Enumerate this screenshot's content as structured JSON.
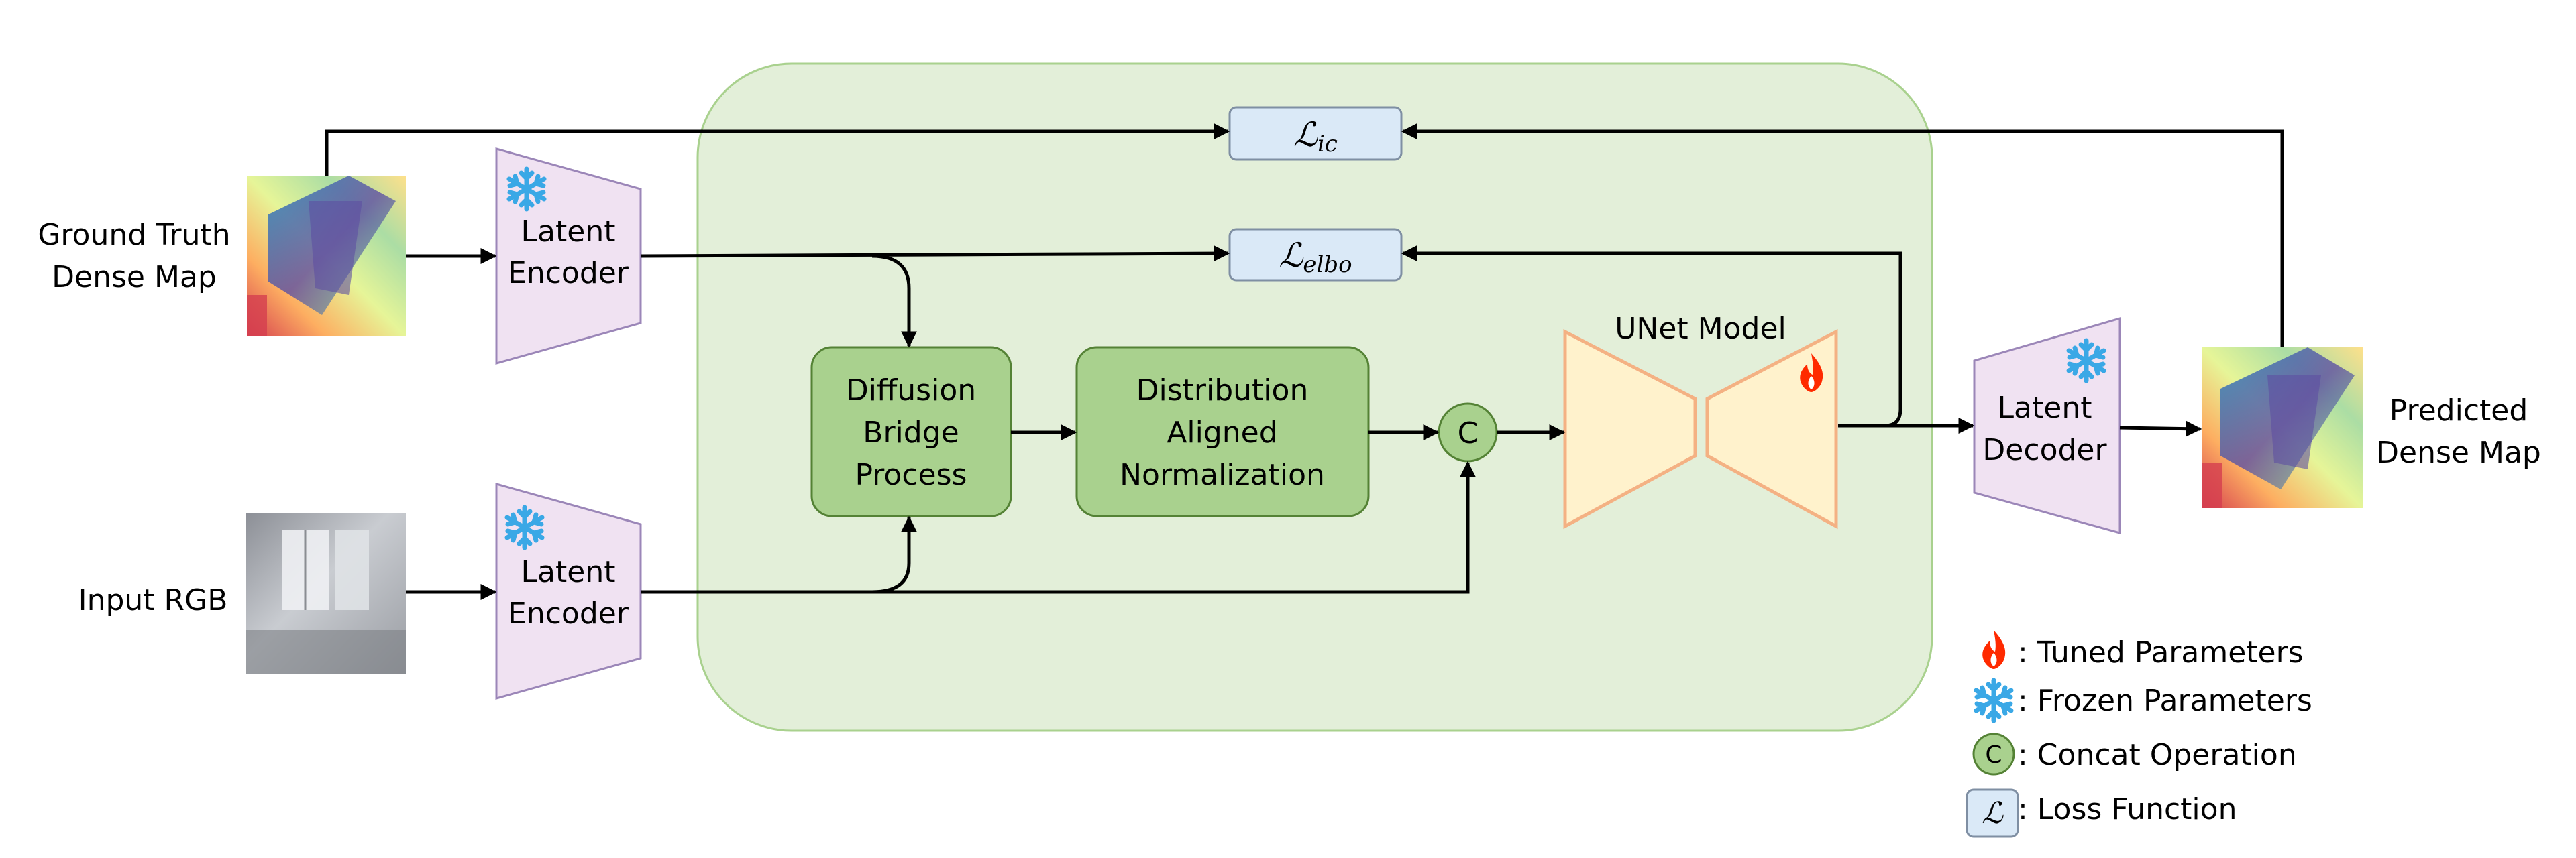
{
  "labels": {
    "gt_line1": "Ground Truth",
    "gt_line2": "Dense Map",
    "input_rgb": "Input RGB",
    "enc_top_line1": "Latent",
    "enc_top_line2": "Encoder",
    "enc_bot_line1": "Latent",
    "enc_bot_line2": "Encoder",
    "diff_line1": "Diffusion",
    "diff_line2": "Bridge",
    "diff_line3": "Process",
    "dan_line1": "Distribution",
    "dan_line2": "Aligned",
    "dan_line3": "Normalization",
    "concat": "C",
    "unet_title": "UNet Model",
    "dec_line1": "Latent",
    "dec_line2": "Decoder",
    "pred_line1": "Predicted",
    "pred_line2": "Dense Map"
  },
  "losses": {
    "ic_symbol": "ℒ",
    "ic_sub": "ic",
    "elbo_symbol": "ℒ",
    "elbo_sub": "elbo"
  },
  "legend": {
    "tuned": ": Tuned Parameters",
    "frozen": ": Frozen Parameters",
    "concat_symbol": "C",
    "concat": ": Concat Operation",
    "loss_symbol": "ℒ",
    "loss": ": Loss Function"
  },
  "colors": {
    "region_fill": "#e3efd9",
    "region_stroke": "#a9d18e",
    "block_fill": "#a9d18e",
    "block_stroke": "#548235",
    "encoder_fill": "#f0e2f2",
    "encoder_stroke": "#9b86b8",
    "unet_fill": "#fff2cc",
    "unet_stroke": "#f4b183",
    "loss_fill": "#dae9f7",
    "loss_stroke": "#7f8fa3",
    "snowflake": "#3aa8e6",
    "flame": "#ff2a00"
  },
  "icons": {
    "frozen": "snowflake-icon",
    "tuned": "flame-icon"
  }
}
